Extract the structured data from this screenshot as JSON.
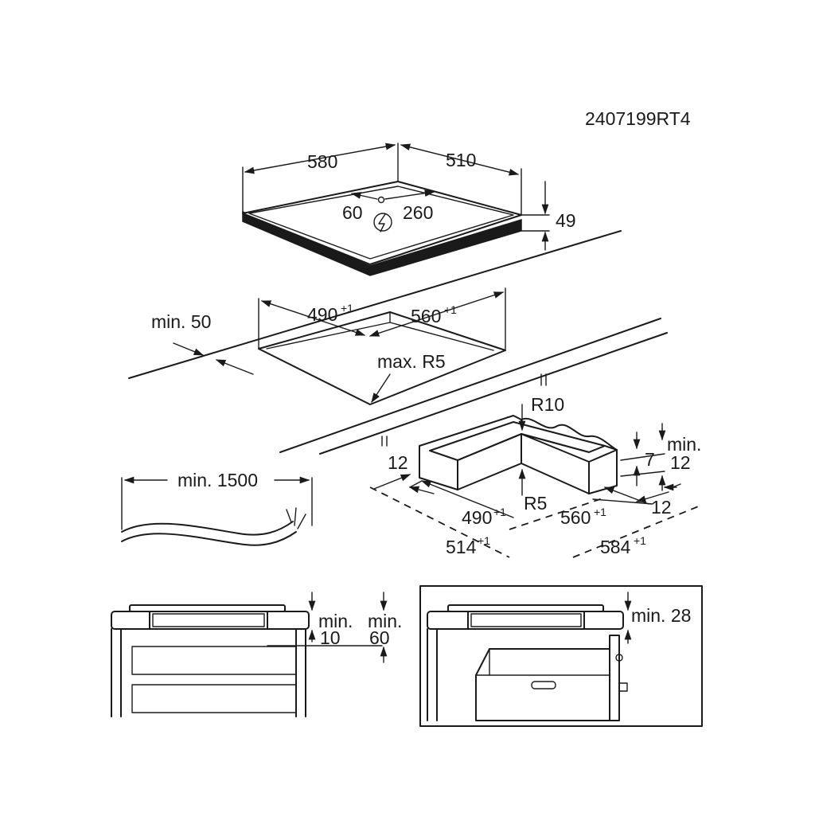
{
  "code": "2407199RT4",
  "hob": {
    "width": "580",
    "depth": "510",
    "height": "49",
    "connection_x": "60",
    "connection_y": "260",
    "power_icon": "power-connection-icon"
  },
  "cutout": {
    "min_distance_wall": "min. 50",
    "width": "490",
    "width_tol": "+1",
    "depth": "560",
    "depth_tol": "+1",
    "corner_radius": "max. R5"
  },
  "cable": {
    "min_length": "min. 1500"
  },
  "frame": {
    "outer_radius": "R10",
    "inner_radius": "R5",
    "left_inset": "12",
    "right_inset": "12",
    "step_height": "7",
    "min_label": "min.",
    "min_value": "12",
    "inner_width": "490",
    "inner_width_tol": "+1",
    "inner_depth": "560",
    "inner_depth_tol": "+1",
    "outer_width": "514",
    "outer_width_tol": "+1",
    "outer_depth": "584",
    "outer_depth_tol": "+1"
  },
  "drawer_install": {
    "min_label_1": "min.",
    "min_value_1": "10",
    "min_label_2": "min.",
    "min_value_2": "60"
  },
  "oven_install": {
    "min_gap": "min. 28"
  }
}
